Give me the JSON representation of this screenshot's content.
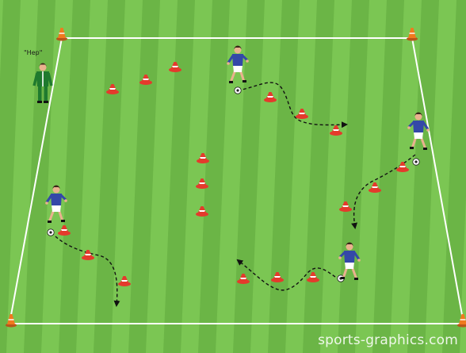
{
  "diagram": {
    "coach_callout": "\"Hep\"",
    "watermark": "sports-graphics.com",
    "colors": {
      "pitch_light": "#7bc653",
      "pitch_dark": "#5fa83d",
      "field_line": "#ffffff",
      "cone_red": "#e43a2c",
      "corner_cone": "#f07a1e",
      "jersey": "#3448a8",
      "shorts": "#ffffff",
      "skin": "#e9b28e",
      "hair": "#3a2718",
      "coach_suit": "#1f7a2e",
      "path_line": "#111111",
      "ball": "#ffffff"
    },
    "icons": {
      "corner_cone": "orange-training-cone",
      "marker_cone": "red-white-marker-cone",
      "ball": "soccer-ball",
      "player": "blue-jersey-player",
      "coach": "coach-in-tracksuit"
    }
  }
}
